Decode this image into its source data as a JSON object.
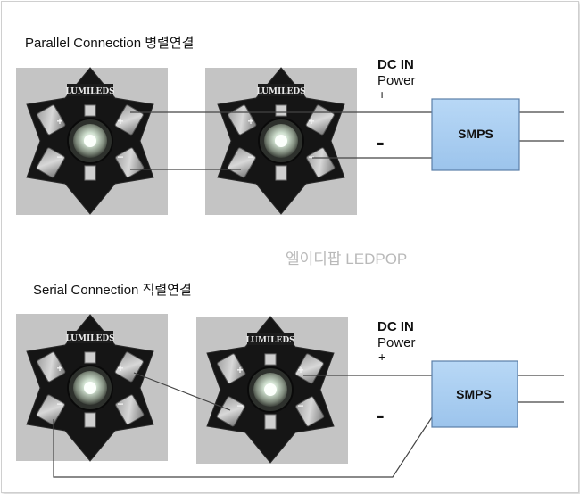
{
  "parallel": {
    "title": "Parallel Connection  병렬연결",
    "dc_in": "DC IN",
    "power": "Power",
    "plus": "+",
    "minus": "-",
    "smps": "SMPS"
  },
  "serial": {
    "title": "Serial Connection  직렬연결",
    "dc_in": "DC IN",
    "power": "Power",
    "plus": "+",
    "minus": "-",
    "smps": "SMPS"
  },
  "watermark": "엘이디팝 LEDPOP",
  "led_brand": "LUMILEDS",
  "pad_plus": "+",
  "pad_minus": "−",
  "colors": {
    "smps_fill": "#a9cef0",
    "smps_border": "#5a7ea8",
    "photo_bg": "#c4c4c4",
    "board": "#151515",
    "wire": "#444444"
  }
}
